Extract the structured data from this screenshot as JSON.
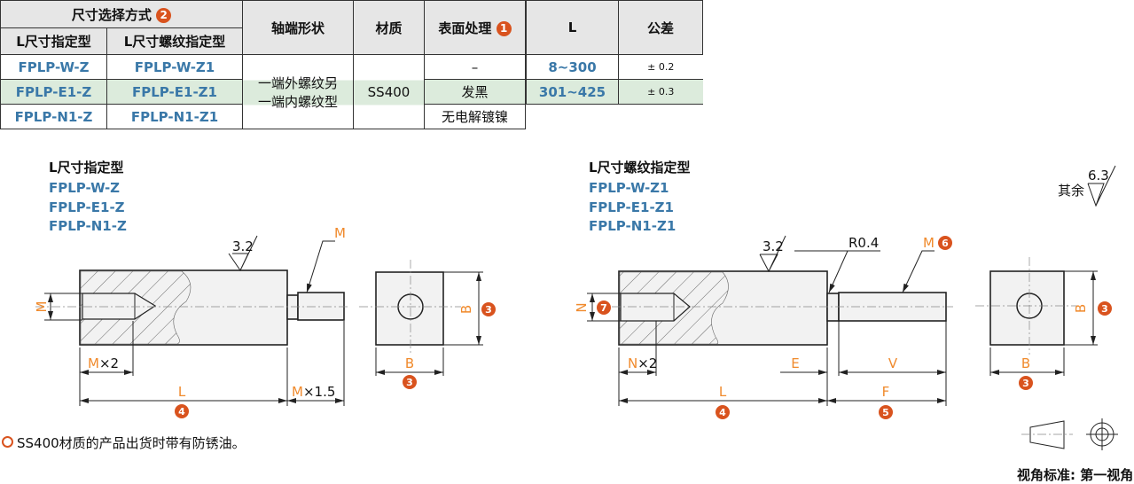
{
  "spec_table": {
    "header_size_method": "尺寸选择方式",
    "header_size_method_badge": "2",
    "header_l_spec": "L尺寸指定型",
    "header_l_thread_spec": "L尺寸螺纹指定型",
    "header_shaft_shape": "轴端形状",
    "header_material": "材质",
    "header_surface": "表面处理",
    "header_surface_badge": "1",
    "rows": [
      {
        "l_spec": "FPLP-W-Z",
        "l_thread_spec": "FPLP-W-Z1",
        "surface": "–"
      },
      {
        "l_spec": "FPLP-E1-Z",
        "l_thread_spec": "FPLP-E1-Z1",
        "surface": "发黑"
      },
      {
        "l_spec": "FPLP-N1-Z",
        "l_thread_spec": "FPLP-N1-Z1",
        "surface": "无电解镀镍"
      }
    ],
    "shaft_shape_line1": "一端外螺纹另",
    "shaft_shape_line2": "一端内螺纹型",
    "material": "SS400"
  },
  "tolerance_table": {
    "header_l": "L",
    "header_tol": "公差",
    "rows": [
      {
        "l": "8~300",
        "tol": "± 0.2"
      },
      {
        "l": "301~425",
        "tol": "± 0.3"
      }
    ]
  },
  "left_drawing": {
    "title": "L尺寸指定型",
    "models": [
      "FPLP-W-Z",
      "FPLP-E1-Z",
      "FPLP-N1-Z"
    ],
    "roughness": "3.2",
    "thread_label": "M",
    "dim_m": "M",
    "dim_mx2_m": "M",
    "dim_mx2_rest": "×2",
    "dim_l": "L",
    "dim_mx15_m": "M",
    "dim_mx15_rest": "×1.5",
    "dim_b": "B",
    "badge_b": "3",
    "badge_l": "4"
  },
  "right_drawing": {
    "title": "L尺寸螺纹指定型",
    "models": [
      "FPLP-W-Z1",
      "FPLP-E1-Z1",
      "FPLP-N1-Z1"
    ],
    "roughness": "3.2",
    "radius": "R0.4",
    "thread_label": "M",
    "badge_thread": "6",
    "dim_n": "N",
    "badge_n": "7",
    "dim_nx2_n": "N",
    "dim_nx2_rest": "×2",
    "dim_e": "E",
    "dim_v": "V",
    "dim_l": "L",
    "dim_f": "F",
    "dim_b": "B",
    "badge_b": "3",
    "badge_l": "4",
    "badge_f": "5",
    "other_label": "其余",
    "other_roughness": "6.3",
    "projection": "视角标准: 第一视角"
  },
  "note": "SS400材质的产品出货时带有防锈油。",
  "colors": {
    "model_blue": "#3a78a8",
    "dim_orange": "#f08a2c",
    "badge": "#d9531e",
    "highlight_row": "#dcebdc"
  }
}
